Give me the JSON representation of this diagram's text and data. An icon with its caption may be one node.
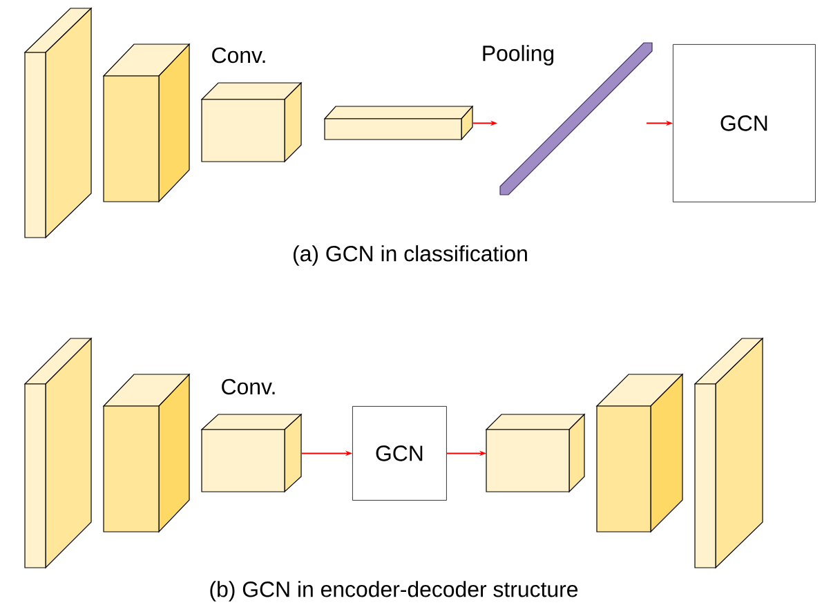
{
  "diagram": {
    "nodes": [
      {
        "text": [],
        "shape": "box"
      },
      {
        "text": [],
        "shape": "box"
      },
      {
        "text": [],
        "shape": "box"
      },
      {
        "text": [],
        "shape": "box"
      },
      {
        "text": [],
        "shape": "bar"
      },
      {
        "text": [
          "GCN"
        ]
      },
      {
        "text": [],
        "shape": "box"
      },
      {
        "text": [],
        "shape": "box"
      },
      {
        "text": [],
        "shape": "box"
      },
      {
        "text": [
          "GCN"
        ]
      },
      {
        "text": [],
        "shape": "box"
      },
      {
        "text": [],
        "shape": "box"
      },
      {
        "text": [],
        "shape": "box"
      }
    ],
    "edges": [
      {
        "from": 3,
        "to": null,
        "arrow": "to"
      },
      {
        "from": null,
        "to": 5,
        "arrow": "to"
      },
      {
        "from": 8,
        "to": 9,
        "arrow": "to"
      },
      {
        "from": 9,
        "to": 10,
        "arrow": "to"
      }
    ],
    "labels": [
      "Conv.",
      "Pooling",
      "(a) GCN in classification",
      "Conv.",
      "(b) GCN in encoder-decoder structure"
    ]
  }
}
